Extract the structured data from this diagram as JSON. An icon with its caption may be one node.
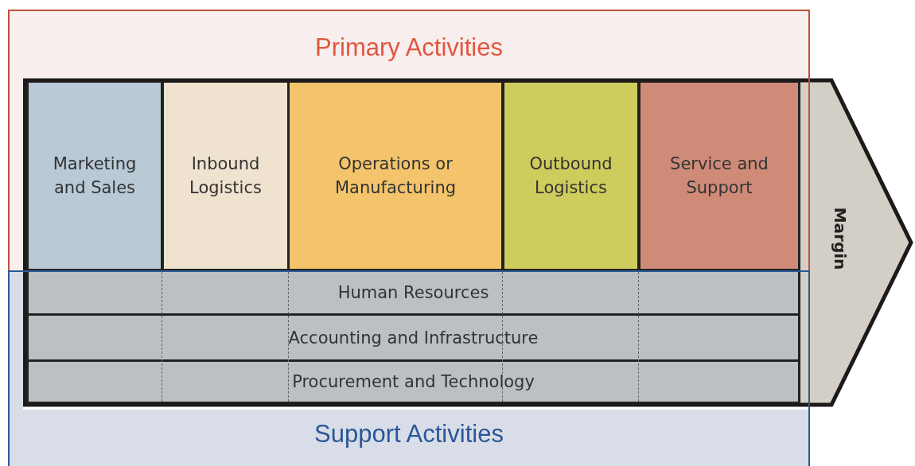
{
  "diagram": {
    "nodes": [
      {
        "text": [
          "Primary Activities"
        ]
      },
      {
        "text": [
          "Margin"
        ]
      },
      {
        "text": [
          "Marketing and Sales"
        ]
      },
      {
        "text": [
          "Inbound Logistics"
        ]
      },
      {
        "text": [
          "Operations or Manufacturing"
        ]
      },
      {
        "text": [
          "Outbound Logistics"
        ]
      },
      {
        "text": [
          "Service and Support"
        ]
      },
      {
        "text": [
          "Human Resources"
        ]
      },
      {
        "text": [
          "Accounting and Infrastructure"
        ]
      },
      {
        "text": [
          "Procurement and Technology"
        ]
      },
      {
        "text": [
          "Support Activities"
        ]
      }
    ]
  }
}
